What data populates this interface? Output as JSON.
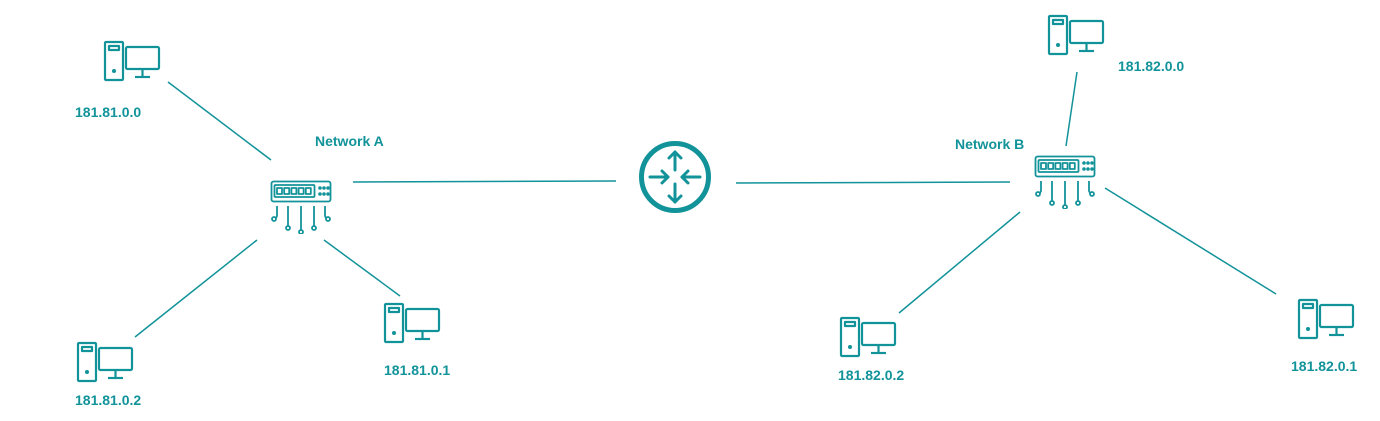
{
  "colors": {
    "accent": "#12939a",
    "background": "#ffffff"
  },
  "networks": [
    {
      "label": "Network A"
    },
    {
      "label": "Network B"
    }
  ],
  "devices": {
    "router": {
      "icon": "router-icon"
    },
    "switch_a": {
      "icon": "switch-icon"
    },
    "switch_b": {
      "icon": "switch-icon"
    }
  },
  "hosts": [
    {
      "ip": "181.81.0.0",
      "icon": "computer-icon",
      "network": "Network A"
    },
    {
      "ip": "181.81.0.1",
      "icon": "computer-icon",
      "network": "Network A"
    },
    {
      "ip": "181.81.0.2",
      "icon": "computer-icon",
      "network": "Network A"
    },
    {
      "ip": "181.82.0.0",
      "icon": "computer-icon",
      "network": "Network B"
    },
    {
      "ip": "181.82.0.1",
      "icon": "computer-icon",
      "network": "Network B"
    },
    {
      "ip": "181.82.0.2",
      "icon": "computer-icon",
      "network": "Network B"
    }
  ]
}
